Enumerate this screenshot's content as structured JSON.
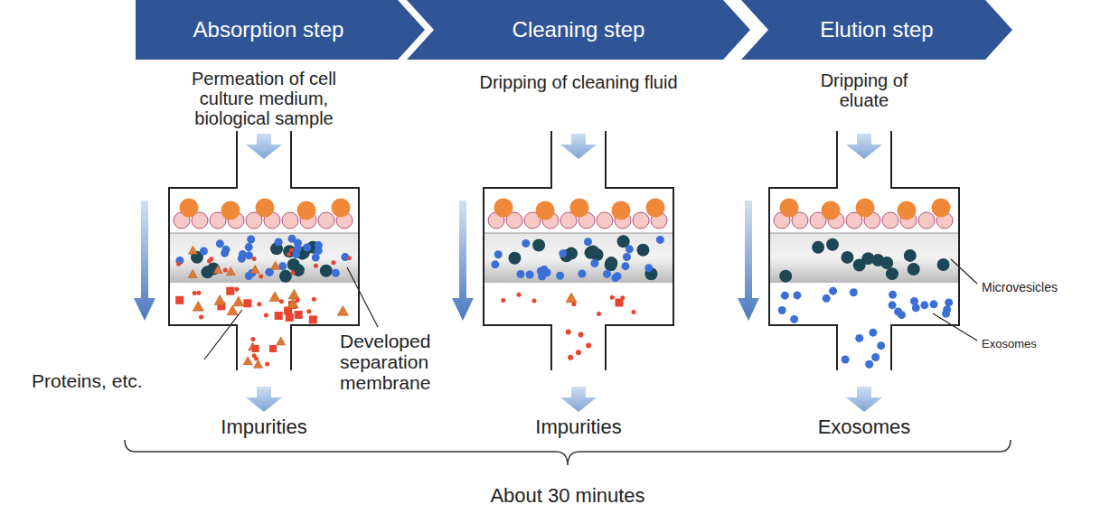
{
  "diagram": {
    "nodes": [
      {
        "text": [
          "Absorption step"
        ]
      },
      {
        "text": [
          "Cleaning step"
        ]
      },
      {
        "text": [
          "Elution step"
        ]
      }
    ],
    "labels": [
      "Permeation of cell culture medium, biological sample",
      "Dripping of cleaning fluid",
      "Dripping of eluate",
      "Developed separation membrane",
      "Proteins, etc.",
      "Microvesicles",
      "Exosomes",
      "Impurities",
      "Impurities",
      "Exosomes",
      "About 30 minutes"
    ]
  }
}
